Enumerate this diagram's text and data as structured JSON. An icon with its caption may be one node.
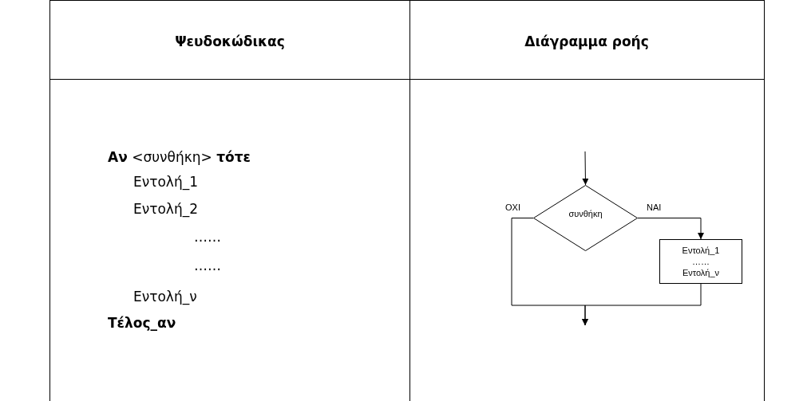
{
  "diagram": {
    "nodes": [
      {
        "text": [
          "συνθήκη"
        ]
      },
      {
        "text": [
          "Εντολή_1 …… Εντολή_ν"
        ]
      }
    ],
    "edges": [
      {
        "from": null,
        "to": 0,
        "arrow": "to"
      },
      {
        "from": 0,
        "to": 1,
        "label": "ΝΑΙ",
        "arrow": "to"
      },
      {
        "from": 0,
        "to": null,
        "label": "ΟΧΙ",
        "arrow": "to"
      },
      {
        "from": 1,
        "to": null,
        "arrow": "to"
      }
    ],
    "labels": [
      "Ψευδοκώδικας",
      "Διάγραμμα ροής",
      "**Αν** <συνθήκη> **τότε**",
      "Εντολή_1",
      "Εντολή_2",
      "……",
      "……",
      "Εντολή_ν",
      "Τέλος_αν"
    ]
  }
}
